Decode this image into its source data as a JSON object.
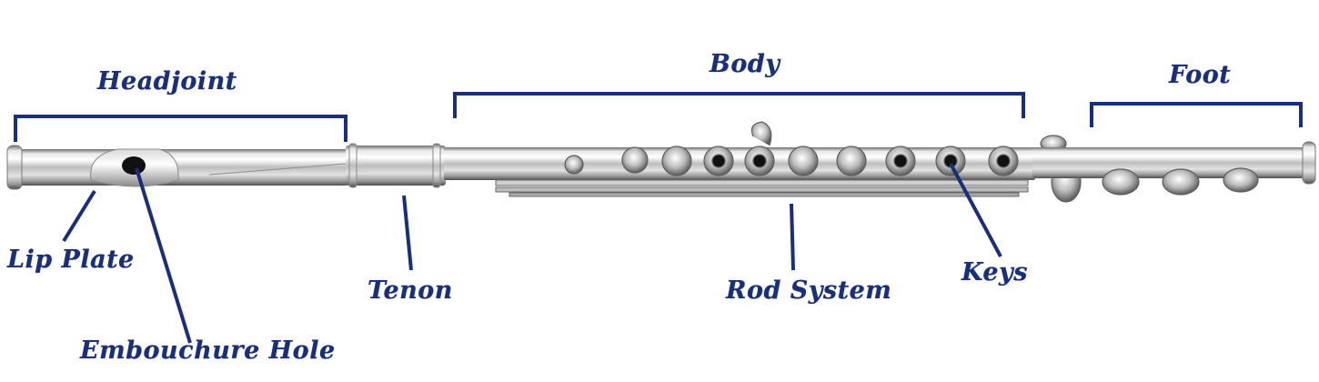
{
  "diagram": {
    "subject": "Flute",
    "accent_color": "#1a2f7a",
    "sections": [
      {
        "id": "headjoint",
        "label": "Headjoint"
      },
      {
        "id": "body",
        "label": "Body"
      },
      {
        "id": "foot",
        "label": "Foot"
      }
    ],
    "parts": [
      {
        "id": "lip-plate",
        "label": "Lip Plate"
      },
      {
        "id": "embouchure-hole",
        "label": "Embouchure Hole"
      },
      {
        "id": "tenon",
        "label": "Tenon"
      },
      {
        "id": "rod-system",
        "label": "Rod System"
      },
      {
        "id": "keys",
        "label": "Keys"
      }
    ]
  }
}
